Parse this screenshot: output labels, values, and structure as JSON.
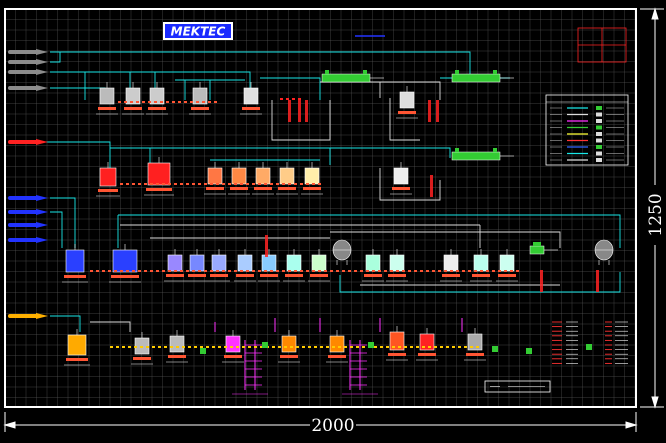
{
  "drawing": {
    "logo_text": "MEKTEC",
    "width_dimension": "2000",
    "height_dimension": "1250"
  },
  "colors": {
    "background": "#000000",
    "grid": "#5a5a5a",
    "frame": "#ffffff",
    "pipe_cyan": "#19e6e6",
    "pipe_white": "#dcdcdc",
    "pipe_magenta": "#ff33ff",
    "pipe_green": "#33cc33",
    "logo_blue": "#1a2aff",
    "feed_gray": "#8c8c8c",
    "feed_red": "#ff2222",
    "feed_blue": "#2233ff",
    "feed_yellow": "#ffb000"
  },
  "icons": {
    "feed_line": "gray-feed-icon",
    "tank": "tank-icon",
    "pump": "pump-icon",
    "reactor": "reactor-icon",
    "valve": "valve-icon"
  }
}
